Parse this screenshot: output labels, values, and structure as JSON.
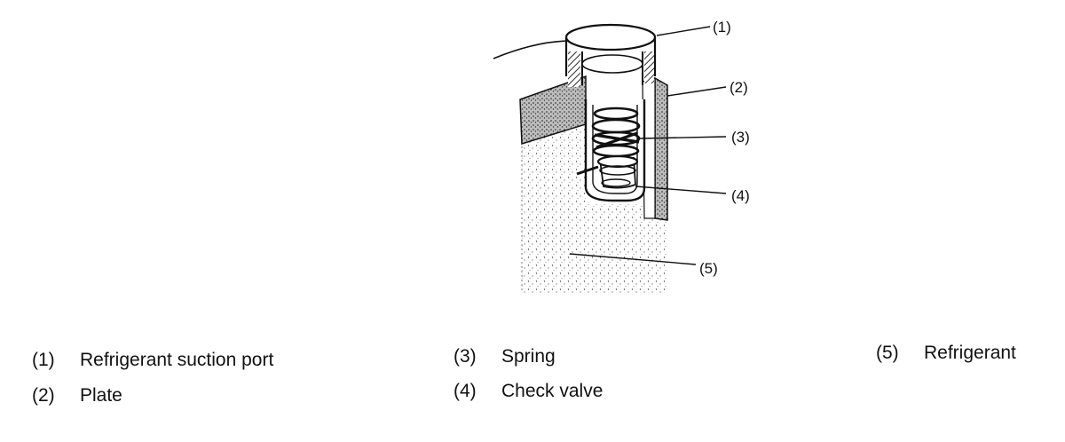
{
  "diagram": {
    "callouts": [
      {
        "id": "1",
        "label": "(1)"
      },
      {
        "id": "2",
        "label": "(2)"
      },
      {
        "id": "3",
        "label": "(3)"
      },
      {
        "id": "4",
        "label": "(4)"
      },
      {
        "id": "5",
        "label": "(5)"
      }
    ]
  },
  "legend": [
    {
      "num": "(1)",
      "text": "Refrigerant suction port"
    },
    {
      "num": "(2)",
      "text": "Plate"
    },
    {
      "num": "(3)",
      "text": "Spring"
    },
    {
      "num": "(4)",
      "text": "Check valve"
    },
    {
      "num": "(5)",
      "text": "Refrigerant"
    }
  ]
}
